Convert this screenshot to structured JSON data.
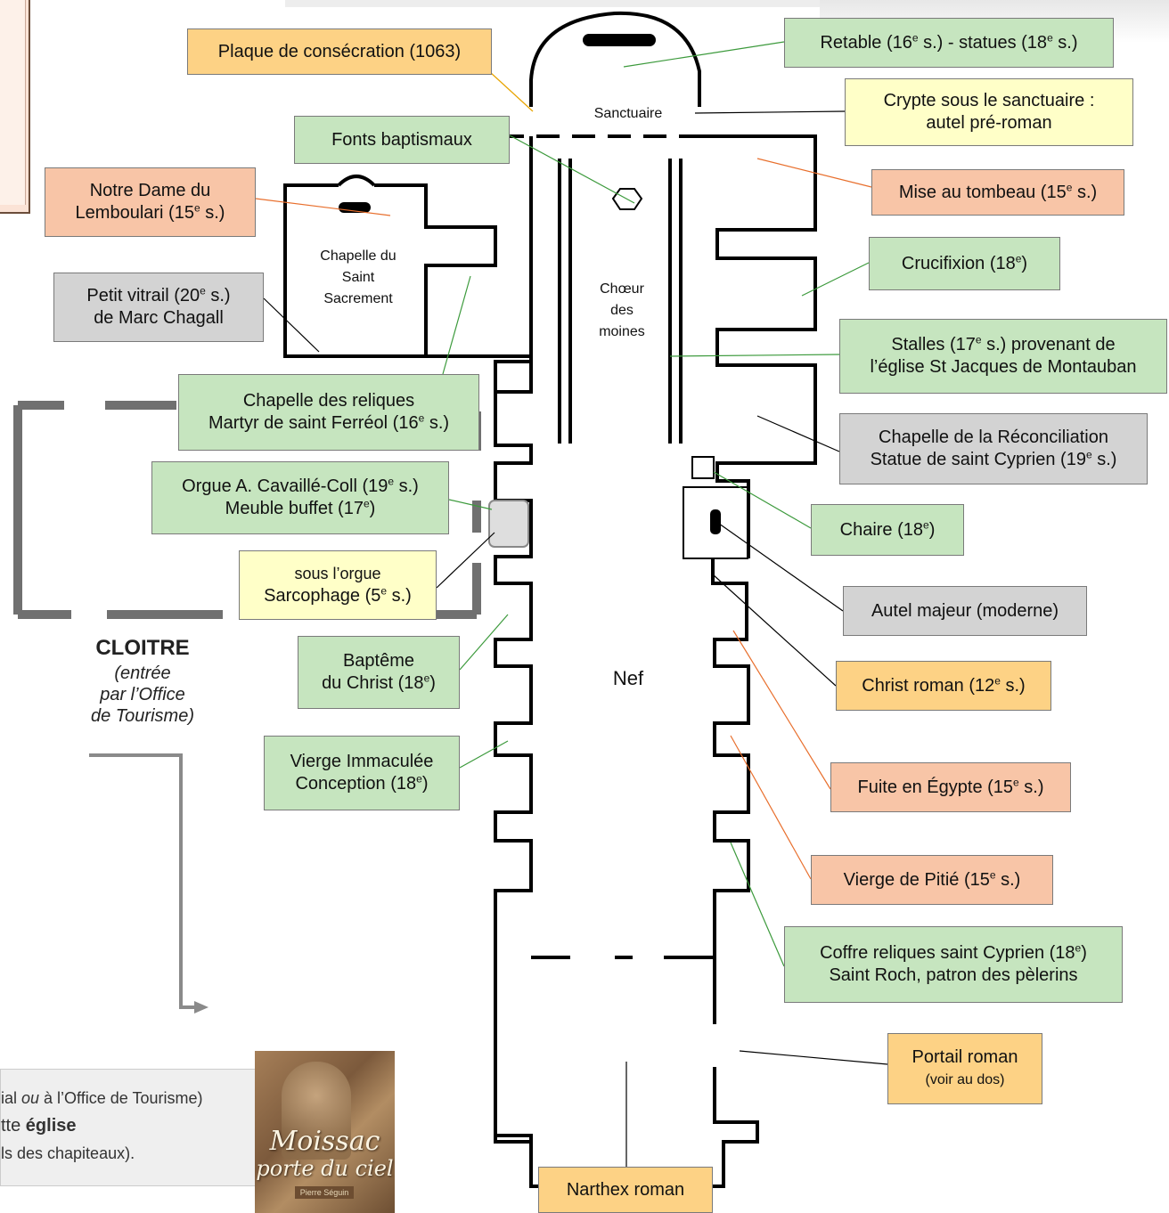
{
  "labels": {
    "sanctuaire": "Sanctuaire",
    "chapelle_saint_sacrement": [
      "Chapelle du",
      "Saint",
      "Sacrement"
    ],
    "choeur": [
      "Chœur",
      "des",
      "moines"
    ],
    "nef": "Nef"
  },
  "annotations": {
    "plaque": "Plaque de consécration (1063)",
    "retable": {
      "a": "Retable (16",
      "s1": "e",
      "b": " s.) - statues (18",
      "s2": "e",
      "c": " s.)"
    },
    "crypte": [
      "Crypte sous le sanctuaire :",
      "autel pré-roman"
    ],
    "fonts": "Fonts baptismaux",
    "mise": {
      "a": "Mise au tombeau (15",
      "s": "e",
      "b": " s.)"
    },
    "notre_dame": {
      "l1": "Notre Dame du",
      "l2a": "Lemboulari (15",
      "s": "e",
      "l2b": " s.)"
    },
    "crucifixion": {
      "a": "Crucifixion (18",
      "s": "e",
      "b": ")"
    },
    "petit_vitrail": {
      "l1a": "Petit vitrail (20",
      "s": "e",
      "l1b": " s.)",
      "l2": "de Marc Chagall"
    },
    "stalles": {
      "l1a": "Stalles (17",
      "s": "e",
      "l1b": " s.) provenant de",
      "l2": "l’église St Jacques de Montauban"
    },
    "reliques": {
      "l1": "Chapelle des reliques",
      "l2a": "Martyr de saint Ferréol (16",
      "s": "e",
      "l2b": " s.)"
    },
    "reconciliation": {
      "l1": "Chapelle de la Réconciliation",
      "l2a": "Statue de saint Cyprien (19",
      "s": "e",
      "l2b": " s.)"
    },
    "orgue": {
      "l1a": "Orgue A. Cavaillé-Coll (19",
      "s1": "e",
      "l1b": " s.)",
      "l2a": "Meuble buffet (17",
      "s2": "e",
      "l2b": ")"
    },
    "chaire": {
      "a": "Chaire (18",
      "s": "e",
      "b": ")"
    },
    "sarcophage": {
      "l1": "sous l’orgue",
      "l2a": "Sarcophage (5",
      "s": "e",
      "l2b": " s.)"
    },
    "autel": "Autel majeur (moderne)",
    "bapteme": {
      "l1": "Baptême",
      "l2a": "du Christ (18",
      "s": "e",
      "l2b": ")"
    },
    "christ_roman": {
      "a": "Christ roman (12",
      "s": "e",
      "b": " s.)"
    },
    "vierge_immaculee": {
      "l1": "Vierge Immaculée",
      "l2a": "Conception (18",
      "s": "e",
      "l2b": ")"
    },
    "fuite": {
      "a": "Fuite en Égypte (15",
      "s": "e",
      "b": " s.)"
    },
    "vierge_pitie": {
      "a": "Vierge de Pitié (15",
      "s": "e",
      "b": " s.)"
    },
    "coffre": {
      "l1a": "Coffre reliques saint Cyprien (18",
      "s": "e",
      "l1b": ")",
      "l2": "Saint Roch, patron des pèlerins"
    },
    "portail": {
      "l1": "Portail roman",
      "l2": "(voir au dos)"
    },
    "narthex": "Narthex roman"
  },
  "cloitre": {
    "title": "CLOITRE",
    "sub": [
      "(entrée",
      "par l’Office",
      "de Tourisme)"
    ]
  },
  "bottom_panel": {
    "l1a": "ial ",
    "l1b": "ou",
    "l1c": " à l’Office de Tourisme)",
    "l2a": "tte ",
    "l2b": "église",
    "l3": "ls des chapiteaux)."
  },
  "book": {
    "title": [
      "Moissac",
      "porte du ciel"
    ],
    "author": "Pierre Séguin"
  },
  "colors": {
    "green": "#c6e5bf",
    "yellow": "#ffffc8",
    "orange": "#fdd285",
    "salmon": "#f8c5a7",
    "gray": "#d3d3d3",
    "wall": "#000000",
    "cloister": "#707070"
  }
}
